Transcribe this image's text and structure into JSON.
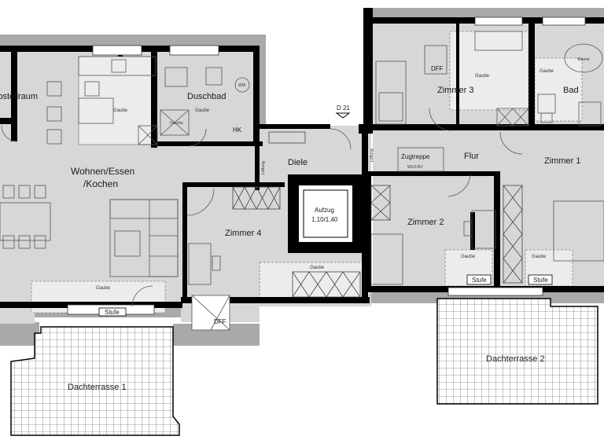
{
  "rooms": {
    "abstellraum": "Abstellraum",
    "wohnen_essen": "Wohnen/Essen",
    "kochen": "/Kochen",
    "duschbad": "Duschbad",
    "zimmer3": "Zimmer 3",
    "bad": "Bad",
    "diele": "Diele",
    "flur": "Flur",
    "zimmer1": "Zimmer 1",
    "zimmer2": "Zimmer 2",
    "zimmer4": "Zimmer 4",
    "dachterrasse1": "Dachterrasse 1",
    "dachterrasse2": "Dachterrasse 2"
  },
  "labels": {
    "section_marker": "D 21",
    "aufzug_line1": "Aufzug",
    "aufzug_line2": "1,10/1,40",
    "zugtreppe": "Zugtreppe",
    "wus_bv": "WUS BV",
    "dff": "DFF",
    "hk": "HK",
    "wm": "WM",
    "dusche": "Dusche",
    "gaube": "Gaube",
    "stufe": "Stufe",
    "luftung": "Lüftung",
    "wanne": "Wanne"
  },
  "colors": {
    "wall": "#000000",
    "floor": "#d7d7d7",
    "roof": "#a9a9a9",
    "line": "#666666",
    "white": "#ffffff"
  }
}
